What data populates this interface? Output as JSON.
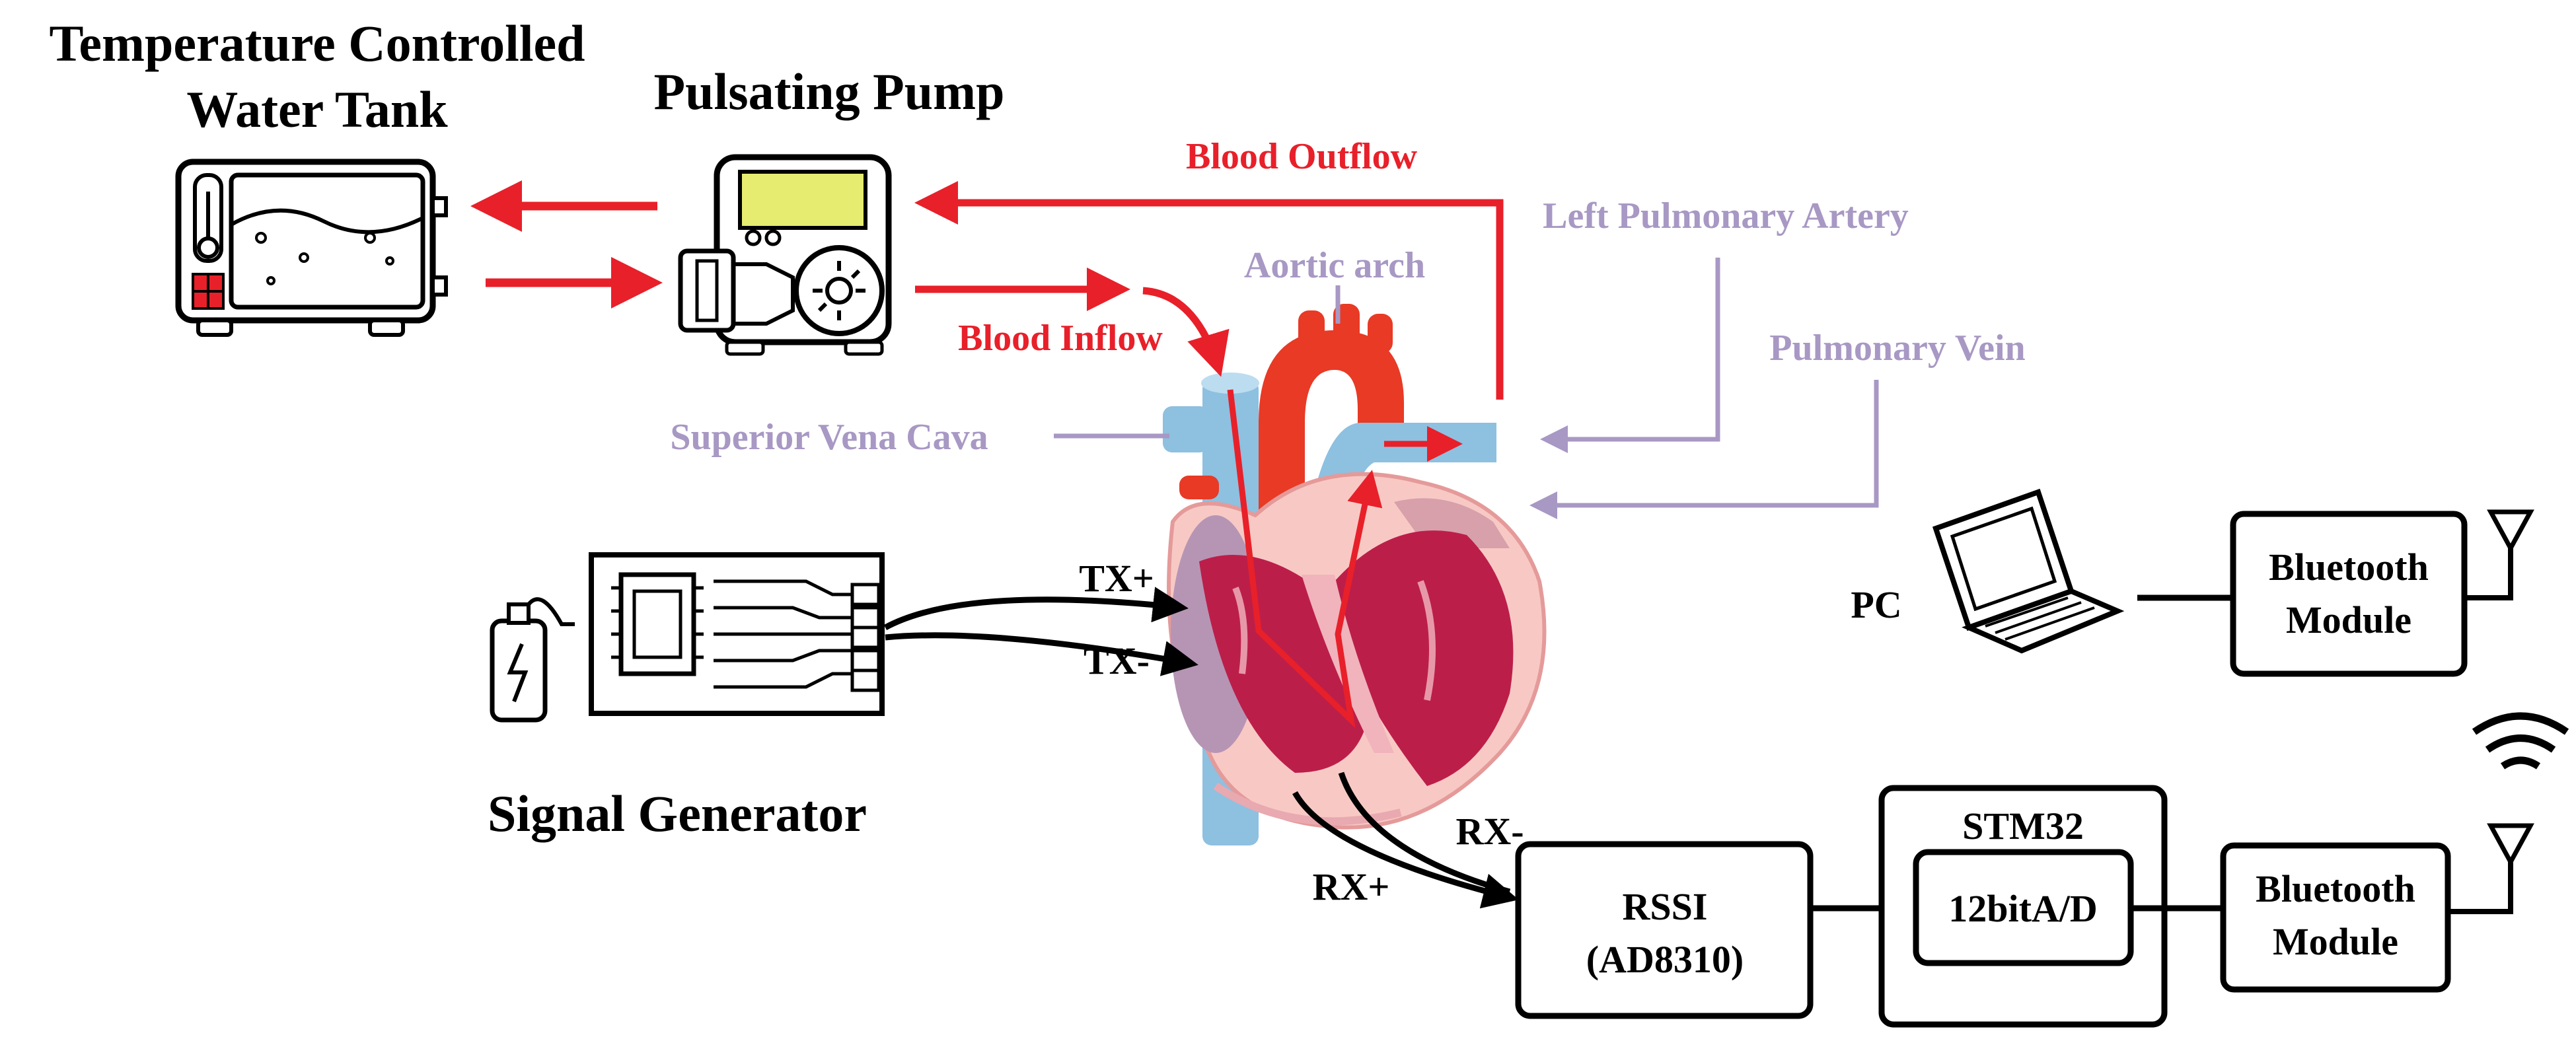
{
  "labels": {
    "water_tank_line1": "Temperature Controlled",
    "water_tank_line2": "Water Tank",
    "pulsating_pump": "Pulsating Pump",
    "blood_outflow": "Blood Outflow",
    "blood_inflow": "Blood Inflow",
    "aortic_arch": "Aortic arch",
    "left_pulmonary_artery": "Left Pulmonary Artery",
    "pulmonary_vein": "Pulmonary Vein",
    "superior_vena_cava": "Superior Vena Cava",
    "signal_generator": "Signal Generator",
    "tx_plus": "TX+",
    "tx_minus": "TX-",
    "rx_plus": "RX+",
    "rx_minus": "RX-",
    "pc": "PC",
    "bt_module_top_line1": "Bluetooth",
    "bt_module_top_line2": "Module",
    "rssi_line1": "RSSI",
    "rssi_line2": "(AD8310)",
    "stm32": "STM32",
    "adc": "12bitA/D",
    "bt_module_bottom_line1": "Bluetooth",
    "bt_module_bottom_line2": "Module"
  },
  "colors": {
    "flow_red": "#e8202a",
    "anatomy_label": "#a898c4",
    "box_stroke": "#000000"
  }
}
